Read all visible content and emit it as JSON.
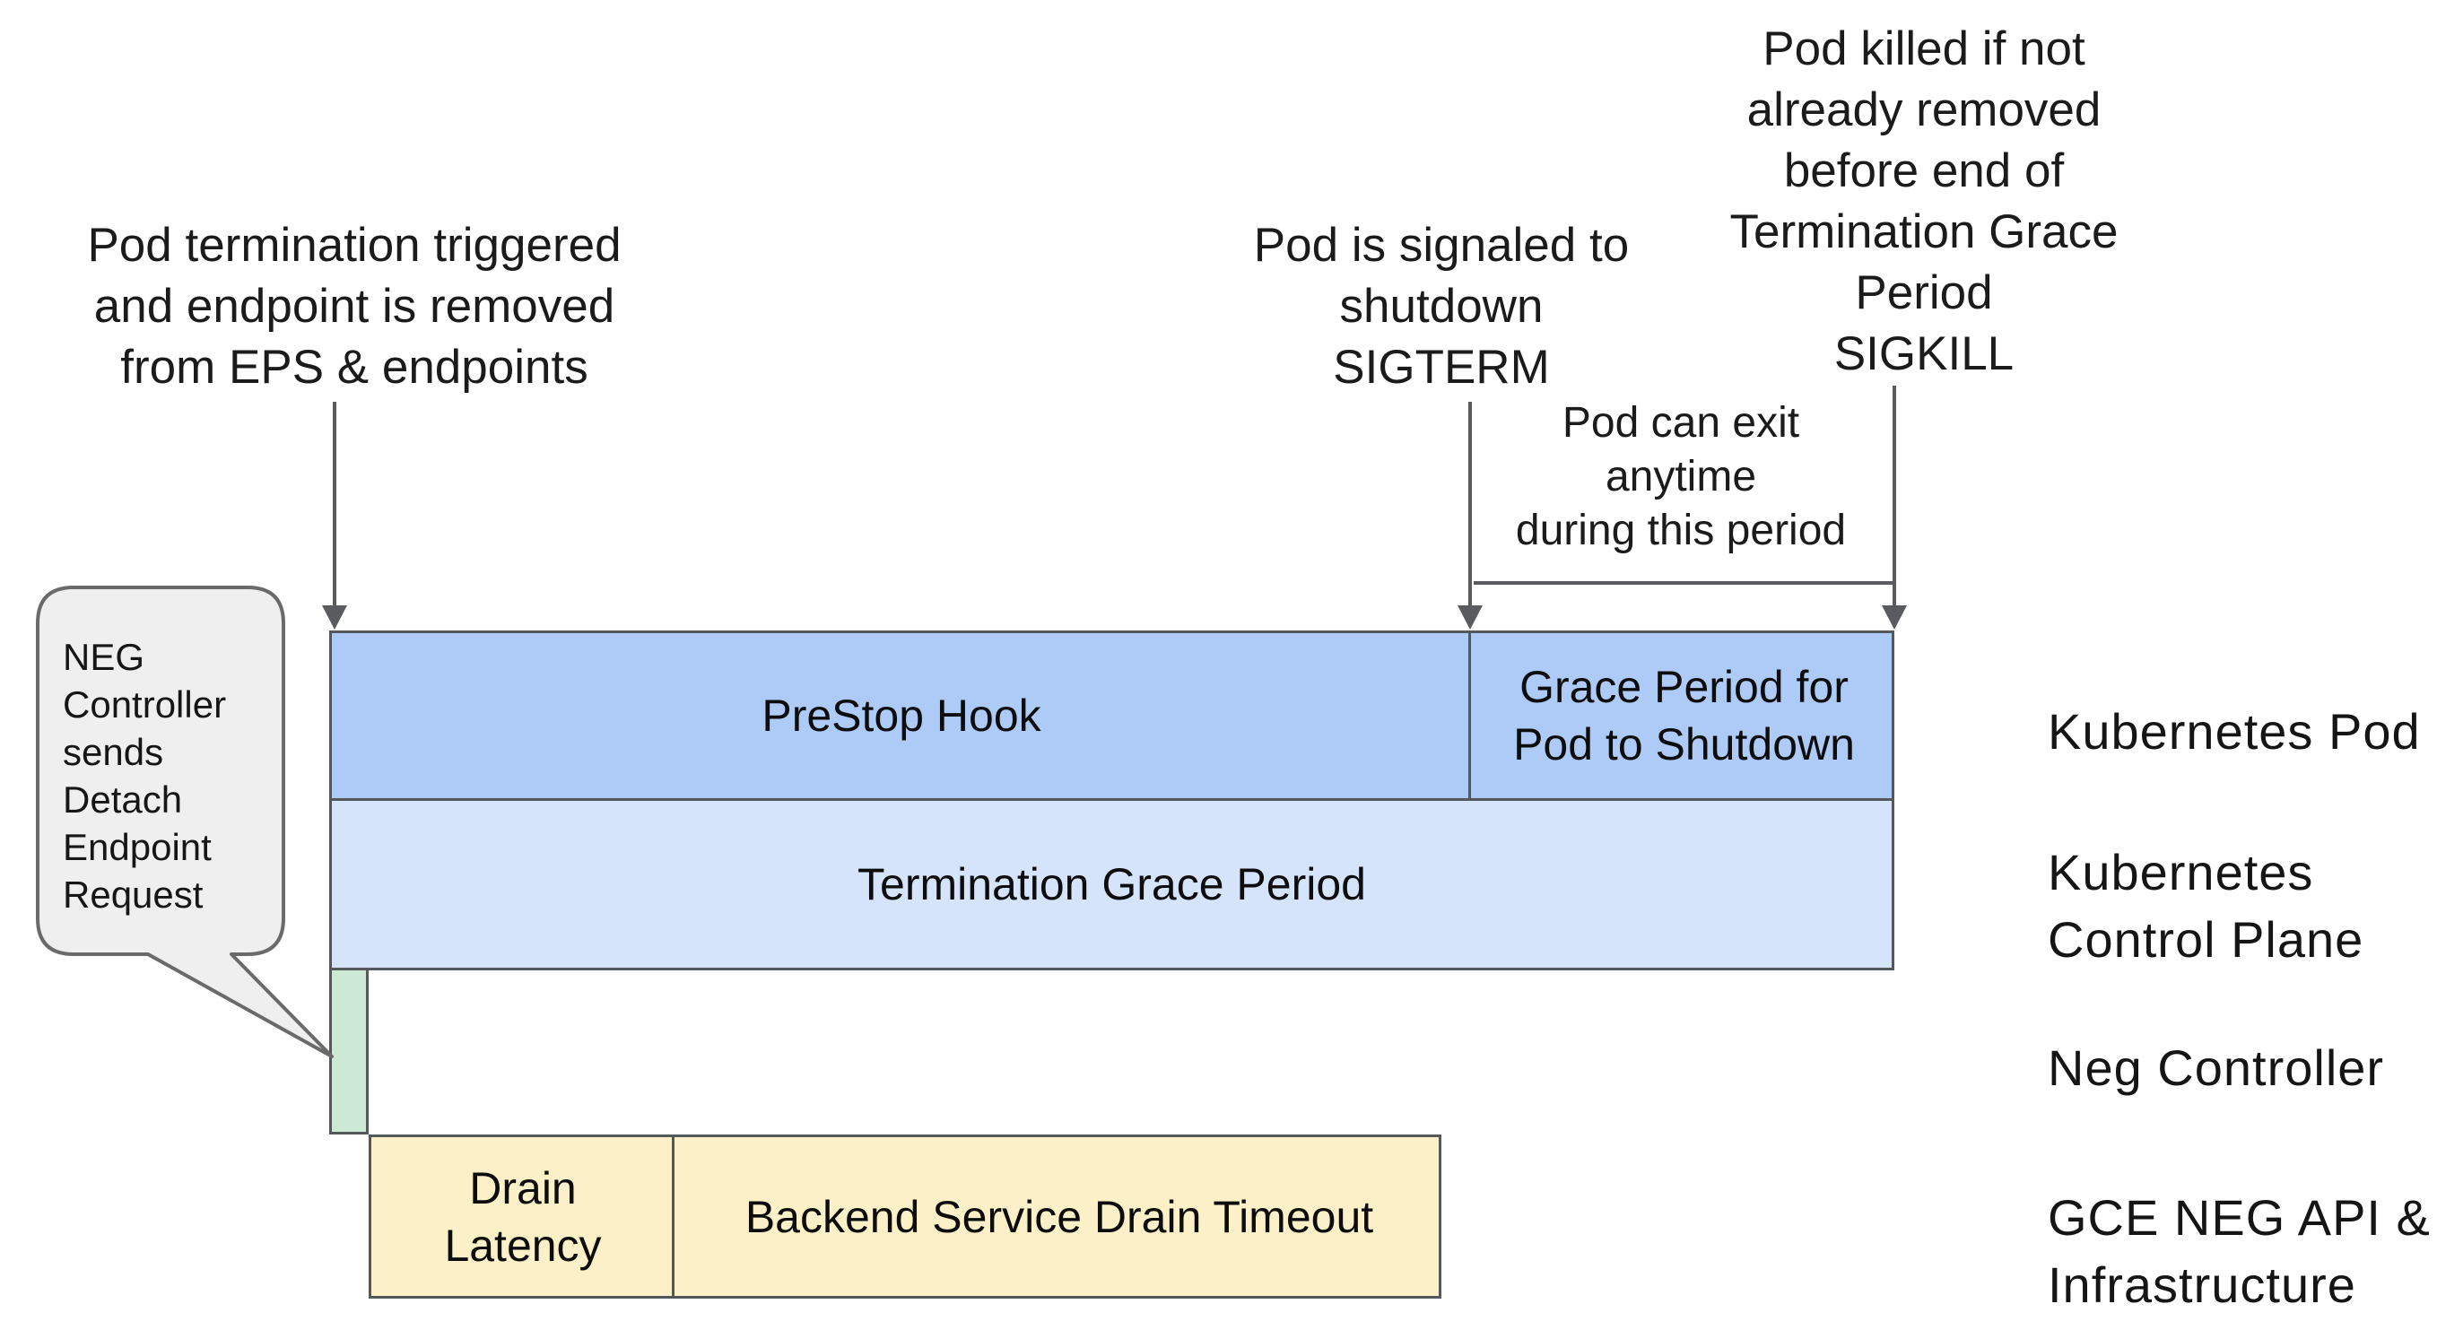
{
  "annotations": {
    "pod_termination": {
      "lines": [
        "Pod termination triggered",
        "and endpoint is removed",
        "from EPS & endpoints"
      ]
    },
    "sigterm": {
      "lines": [
        "Pod is signaled to",
        "shutdown",
        "SIGTERM"
      ]
    },
    "sigkill": {
      "lines": [
        "Pod killed if not",
        "already removed",
        "before end of",
        "Termination Grace",
        "Period",
        "SIGKILL"
      ]
    },
    "pod_exit": {
      "lines": [
        "Pod can exit anytime",
        "during this period"
      ]
    }
  },
  "callout": {
    "lines": [
      "NEG",
      "Controller",
      "sends",
      "Detach",
      "Endpoint",
      "Request"
    ]
  },
  "timeline": {
    "prestop_label": "PreStop Hook",
    "grace_period": {
      "lines": [
        "Grace Period for",
        "Pod to Shutdown"
      ]
    },
    "termination_label": "Termination Grace Period",
    "drain_latency": {
      "lines": [
        "Drain",
        "Latency"
      ]
    },
    "backend_label": "Backend Service Drain Timeout"
  },
  "lanes": {
    "kubernetes_pod": {
      "lines": [
        "Kubernetes Pod"
      ]
    },
    "control_plane": {
      "lines": [
        "Kubernetes",
        "Control Plane"
      ]
    },
    "neg_controller": {
      "lines": [
        "Neg Controller"
      ]
    },
    "gce_neg": {
      "lines": [
        "GCE NEG API &",
        "Infrastructure"
      ]
    }
  },
  "colors": {
    "bar_blue": "#aecaf7",
    "bar_blue_light": "#d6e4fb",
    "bar_green": "#cde9d6",
    "bar_yellow": "#fbf0c7",
    "callout_fill": "#efefef",
    "line_gray": "#595b5e",
    "border_gray": "#55585b",
    "background": "#ffffff"
  }
}
